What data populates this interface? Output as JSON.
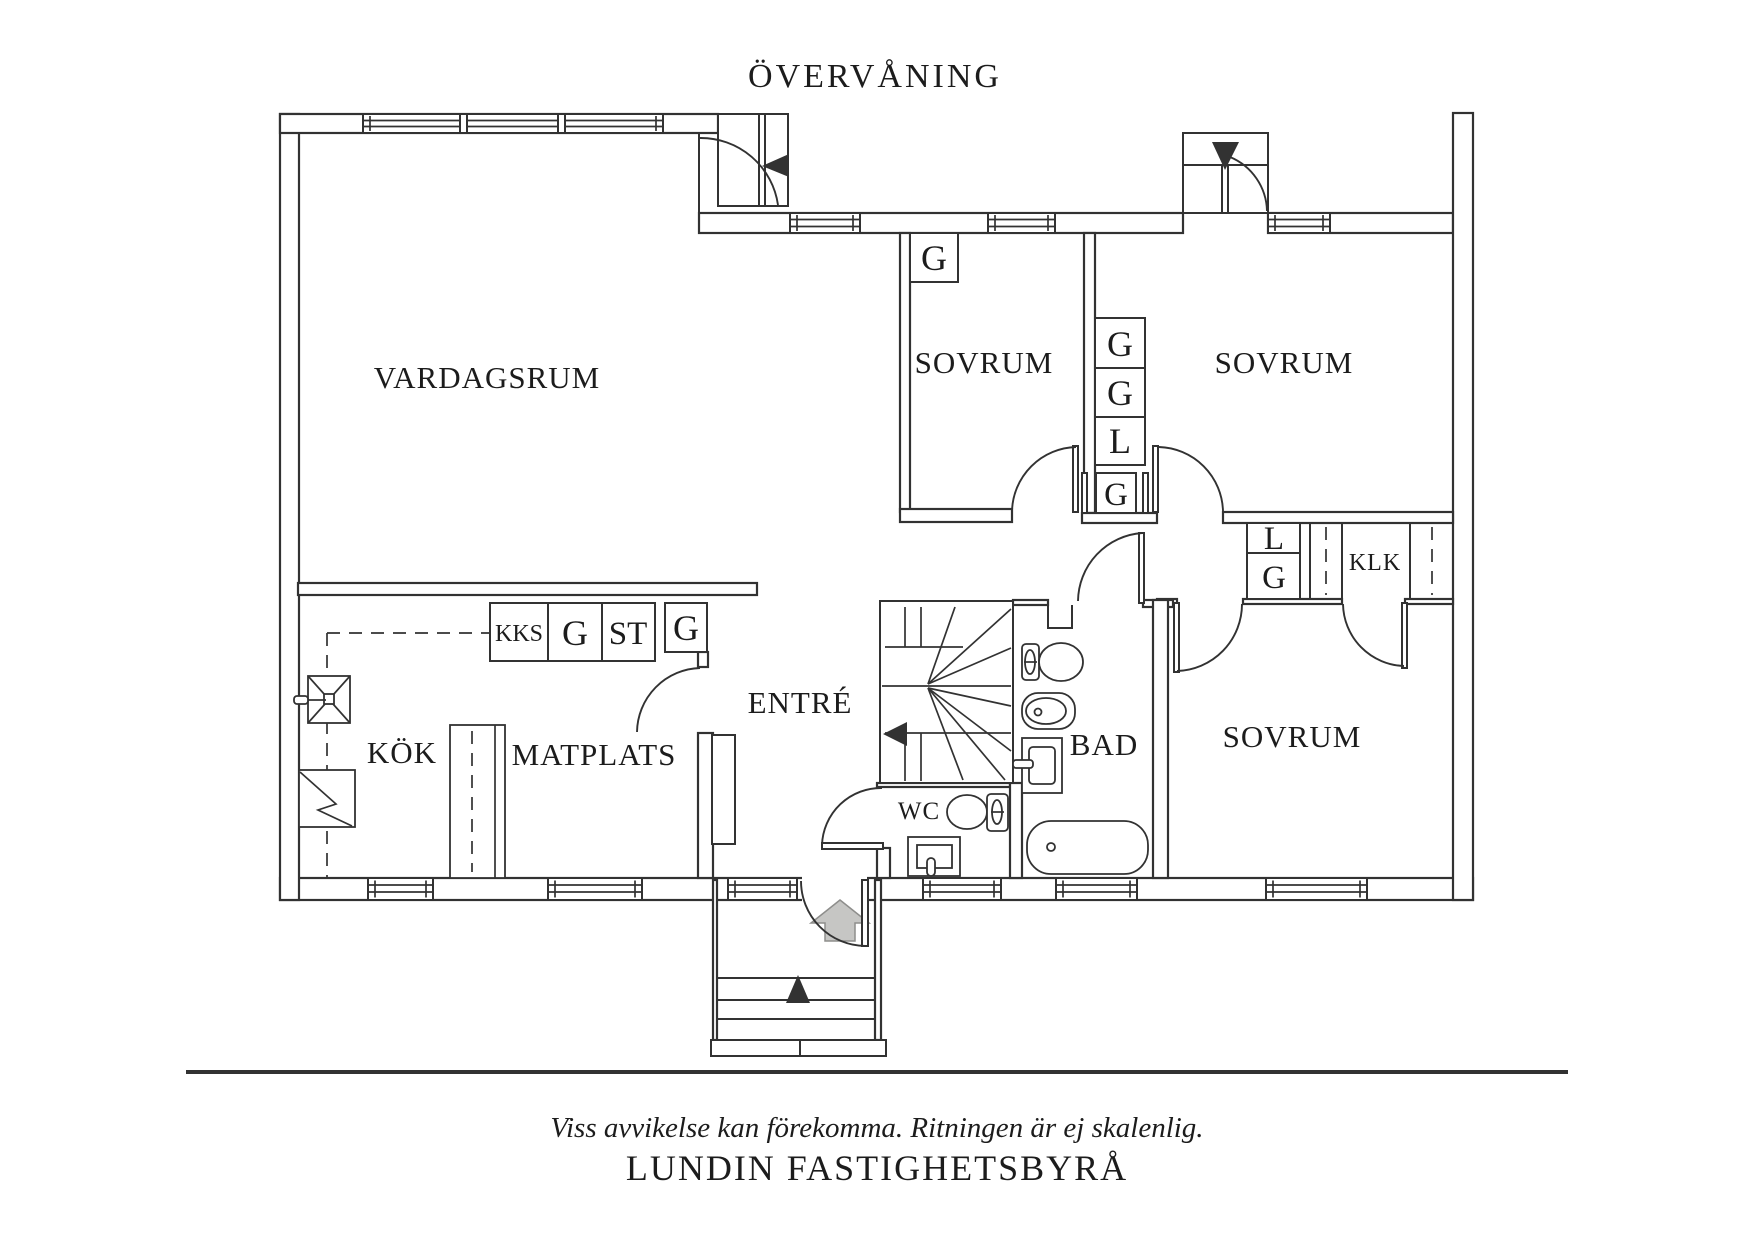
{
  "title": "ÖVERVÅNING",
  "rooms": {
    "vardagsrum": "VARDAGSRUM",
    "sovrum": "SOVRUM",
    "kok": "KÖK",
    "matplats": "MATPLATS",
    "entre": "ENTRÉ",
    "bad": "BAD",
    "wc": "WC",
    "klk": "KLK"
  },
  "closets": {
    "kks": "KKS",
    "g": "G",
    "st": "ST",
    "l": "L"
  },
  "footer": {
    "disclaimer": "Viss avvikelse kan förekomma. Ritningen är ej skalenlig.",
    "company": "LUNDIN FASTIGHETSBYRÅ"
  },
  "colors": {
    "line": "#323232",
    "text": "#1c1c1c",
    "arrow_gray": "#c6c6c4",
    "background": "#ffffff"
  }
}
